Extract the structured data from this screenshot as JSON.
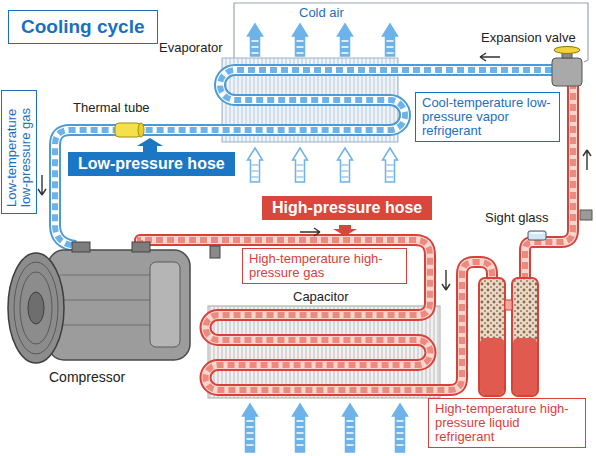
{
  "diagram": {
    "title": "Cooling cycle",
    "nodes": [
      {
        "text": [
          "Cool-temperature low-pressure vapor refrigerant"
        ]
      },
      {
        "text": [
          "Low-temperature low-pressure gas"
        ]
      },
      {
        "text": [
          "Low-pressure hose"
        ]
      },
      {
        "text": [
          "High-pressure hose"
        ]
      },
      {
        "text": [
          "High-temperature high-pressure gas"
        ]
      },
      {
        "text": [
          "High-temperature high-pressure liquid refrigerant"
        ]
      }
    ],
    "labels": [
      "Cold air",
      "Evaporator",
      "Expansion valve",
      "Thermal tube",
      "Sight glass",
      "Capacitor",
      "Compressor"
    ]
  }
}
